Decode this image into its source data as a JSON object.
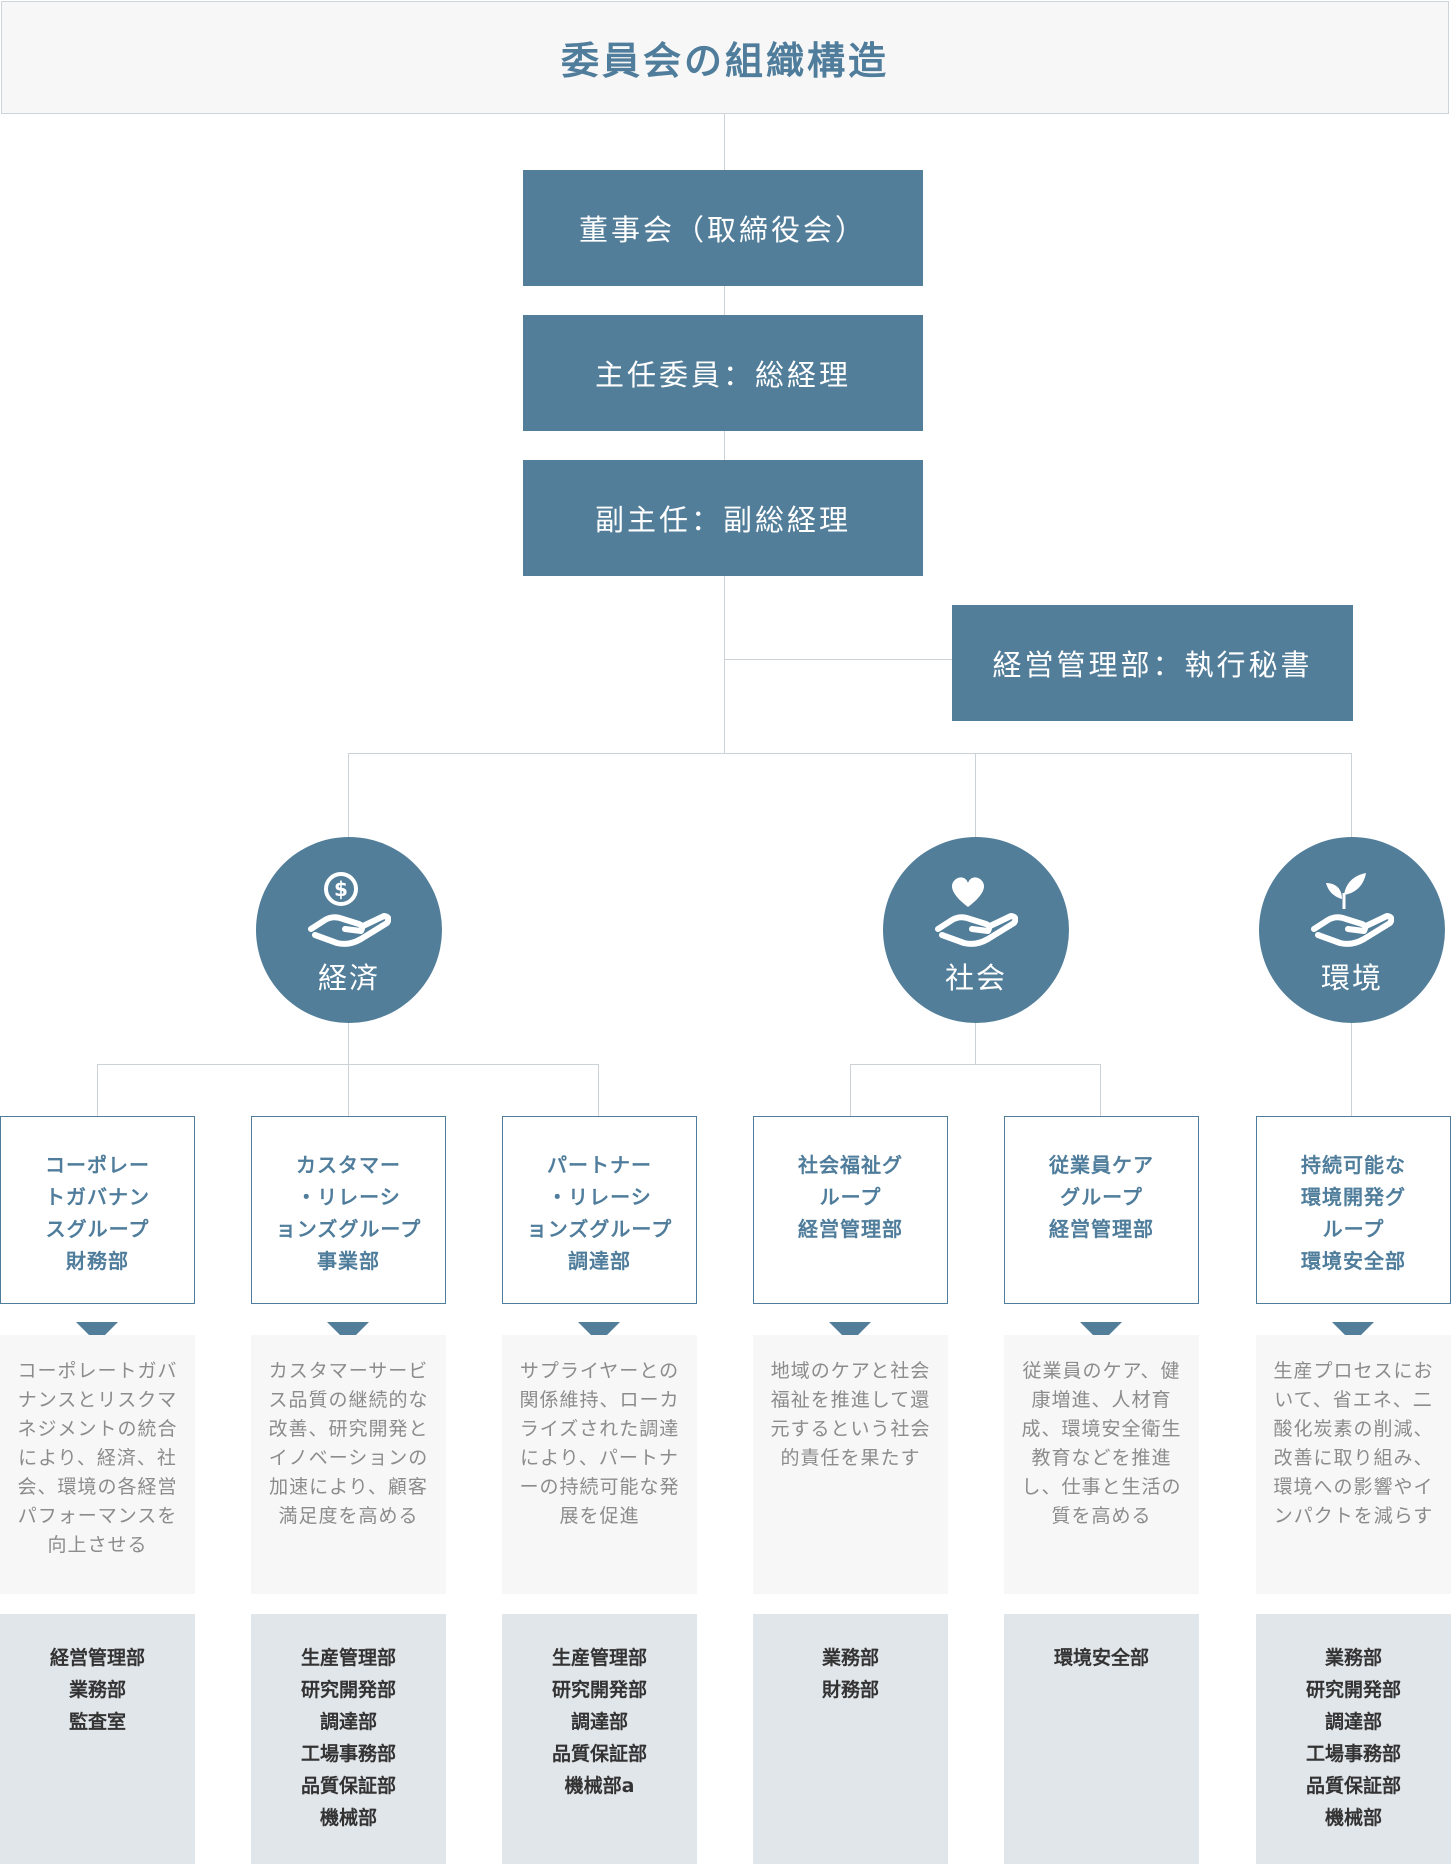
{
  "title": "委員会の組織構造",
  "exec": {
    "board": "董事会（取締役会）",
    "chair": "主任委員：総経理",
    "vice": "副主任：副総経理",
    "secretary": "経営管理部：執行秘書"
  },
  "pillars": [
    {
      "label": "経済",
      "icon": "hand-coin-icon"
    },
    {
      "label": "社会",
      "icon": "hand-heart-icon"
    },
    {
      "label": "環境",
      "icon": "hand-leaf-icon"
    }
  ],
  "colors": {
    "primary": "#527e9a",
    "title_text": "#4f7d9b",
    "desc_bg": "#f7f7f7",
    "dept_bg": "#e1e6ea",
    "connector": "#cdd2d6"
  },
  "groups": [
    {
      "lines": [
        "コーポレー",
        "トガバナン",
        "スグループ",
        "財務部"
      ],
      "desc": [
        "コーポレートガバ",
        "ナンスとリスクマ",
        "ネジメントの統合",
        "により、経済、社",
        "会、環境の各経営",
        "パフォーマンスを",
        "向上させる"
      ],
      "depts": [
        "経営管理部",
        "業務部",
        "監査室"
      ]
    },
    {
      "lines": [
        "カスタマー",
        "・リレーシ",
        "ョンズグループ",
        "事業部"
      ],
      "desc": [
        "カスタマーサービ",
        "ス品質の継続的な",
        "改善、研究開発と",
        "イノベーションの",
        "加速により、顧客",
        "満足度を高める"
      ],
      "depts": [
        "生産管理部",
        "研究開発部",
        "調達部",
        "工場事務部",
        "品質保証部",
        "機械部"
      ]
    },
    {
      "lines": [
        "パートナー",
        "・リレーシ",
        "ョンズグループ",
        "調達部"
      ],
      "desc": [
        "サプライヤーとの",
        "関係維持、ローカ",
        "ライズされた調達",
        "により、パートナ",
        "ーの持続可能な発",
        "展を促進"
      ],
      "depts": [
        "生産管理部",
        "研究開発部",
        "調達部",
        "品質保証部",
        "機械部a"
      ]
    },
    {
      "lines": [
        "社会福祉グ",
        "ループ",
        "経営管理部"
      ],
      "desc": [
        "地域のケアと社会",
        "福祉を推進して還",
        "元するという社会",
        "的責任を果たす"
      ],
      "depts": [
        "業務部",
        "財務部"
      ]
    },
    {
      "lines": [
        "従業員ケア",
        "グループ",
        "経営管理部"
      ],
      "desc": [
        "従業員のケア、健",
        "康増進、人材育",
        "成、環境安全衛生",
        "教育などを推進",
        "し、仕事と生活の",
        "質を高める"
      ],
      "depts": [
        "環境安全部"
      ]
    },
    {
      "lines": [
        "持続可能な",
        "環境開発グ",
        "ループ",
        "環境安全部"
      ],
      "desc": [
        "生産プロセスにお",
        "いて、省エネ、二",
        "酸化炭素の削減、",
        "改善に取り組み、",
        "環境への影響やイ",
        "ンパクトを減らす"
      ],
      "depts": [
        "業務部",
        "研究開発部",
        "調達部",
        "工場事務部",
        "品質保証部",
        "機械部"
      ]
    }
  ]
}
